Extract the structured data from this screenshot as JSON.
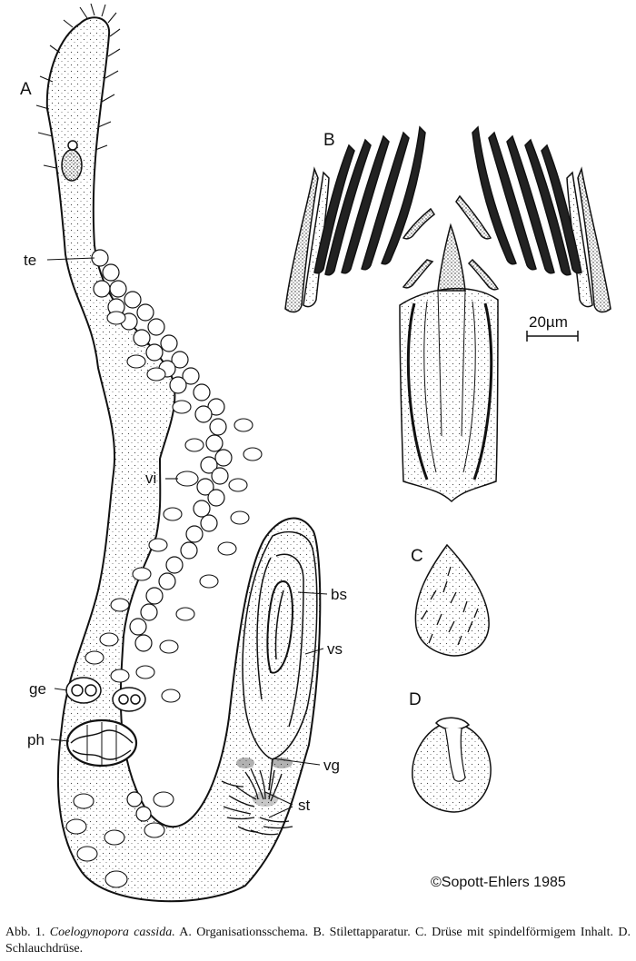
{
  "labels": {
    "panel_a": "A",
    "panel_b": "B",
    "panel_c": "C",
    "panel_d": "D",
    "te": "te",
    "vi": "vi",
    "ge": "ge",
    "ph": "ph",
    "bs": "bs",
    "vs": "vs",
    "vg": "vg",
    "st": "st",
    "scale": "20µm"
  },
  "copyright": "©Sopott-Ehlers 1985",
  "caption": {
    "prefix": "Abb. 1.",
    "species": "Coelogynopora cassida.",
    "text": " A. Organisationsschema. B. Stilettapparatur. C. Drüse mit spindelförmigem Inhalt. D. Schlauchdrüse."
  }
}
